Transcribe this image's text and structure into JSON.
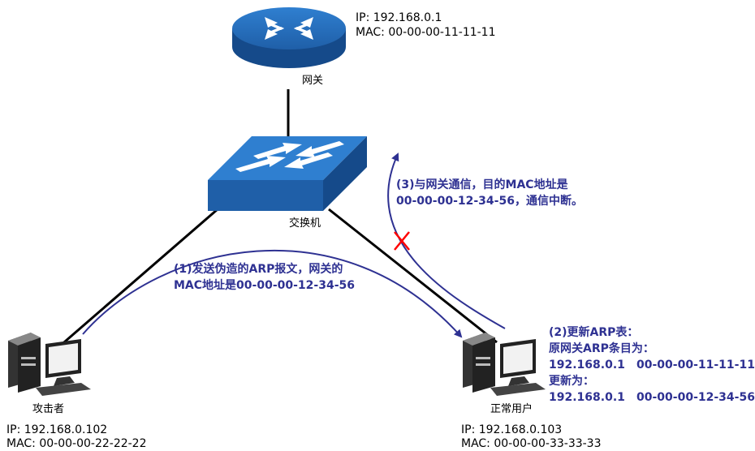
{
  "gateway": {
    "label": "网关",
    "ip": "IP: 192.168.0.1",
    "mac": "MAC: 00-00-00-11-11-11"
  },
  "switch": {
    "label": "交换机"
  },
  "attacker": {
    "label": "攻击者",
    "ip": "IP: 192.168.0.102",
    "mac": "MAC: 00-00-00-22-22-22"
  },
  "user": {
    "label": "正常用户",
    "ip": "IP: 192.168.0.103",
    "mac": "MAC: 00-00-00-33-33-33"
  },
  "step1": {
    "line1": "(1)发送伪造的ARP报文，网关的",
    "line2": "MAC地址是00-00-00-12-34-56"
  },
  "step2": {
    "line1": "(2)更新ARP表：",
    "line2": "原网关ARP条目为：",
    "old_ip": "192.168.0.1",
    "old_mac": "00-00-00-11-11-11",
    "line4": "更新为：",
    "new_ip": "192.168.0.1",
    "new_mac": "00-00-00-12-34-56"
  },
  "step3": {
    "line1": "(3)与网关通信，目的MAC地址是",
    "line2": "00-00-00-12-34-56，通信中断。"
  },
  "colors": {
    "device_blue": "#1f5fa8",
    "arrow": "#2e3192",
    "cross": "#ff0000"
  }
}
